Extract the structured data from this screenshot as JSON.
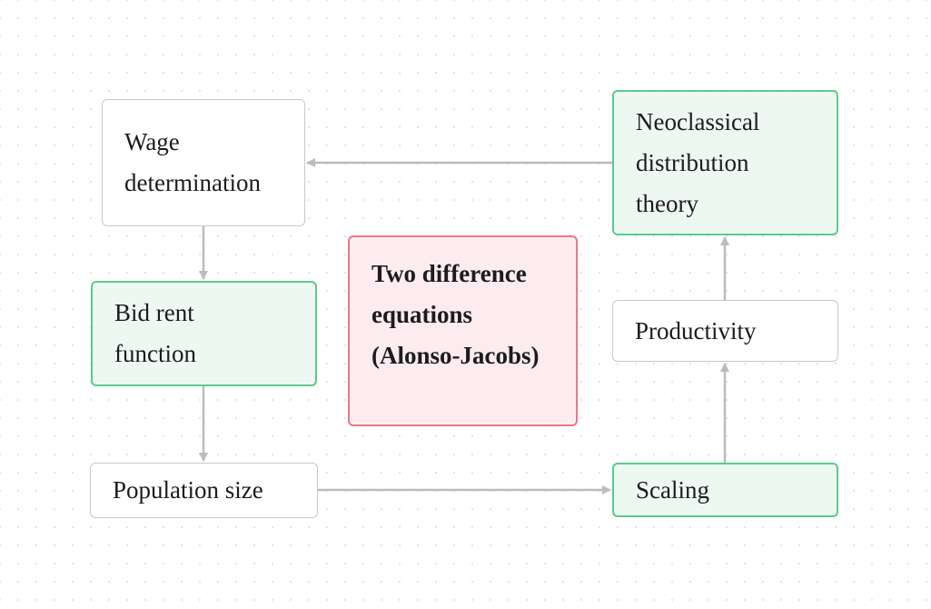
{
  "diagram": {
    "nodes": {
      "wage": {
        "label": "Wage determination"
      },
      "neoclassical": {
        "label": "Neoclassical distribution theory"
      },
      "bid_rent": {
        "label": "Bid rent function"
      },
      "equations": {
        "label": "Two difference equations (Alonso-Jacobs)"
      },
      "productivity": {
        "label": "Productivity"
      },
      "population": {
        "label": "Population size"
      },
      "scaling": {
        "label": "Scaling"
      }
    },
    "edges": [
      {
        "from": "neoclassical",
        "to": "wage"
      },
      {
        "from": "wage",
        "to": "bid_rent"
      },
      {
        "from": "bid_rent",
        "to": "population"
      },
      {
        "from": "population",
        "to": "scaling"
      },
      {
        "from": "scaling",
        "to": "productivity"
      },
      {
        "from": "productivity",
        "to": "neoclassical"
      }
    ],
    "colors": {
      "edge": "#bcbcbc",
      "default_border": "#c9c9c9",
      "green_fill": "#edf8f2",
      "green_border": "#5ccb8a",
      "red_fill": "#fdecef",
      "red_border": "#e8788b"
    }
  }
}
